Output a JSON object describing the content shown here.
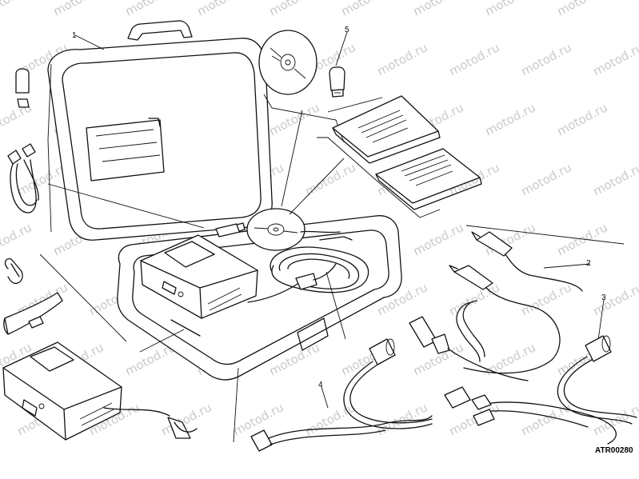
{
  "callouts": [
    "1",
    "2",
    "3",
    "4",
    "5"
  ],
  "drawing_code": "ATR00280",
  "watermark": "motod.ru"
}
